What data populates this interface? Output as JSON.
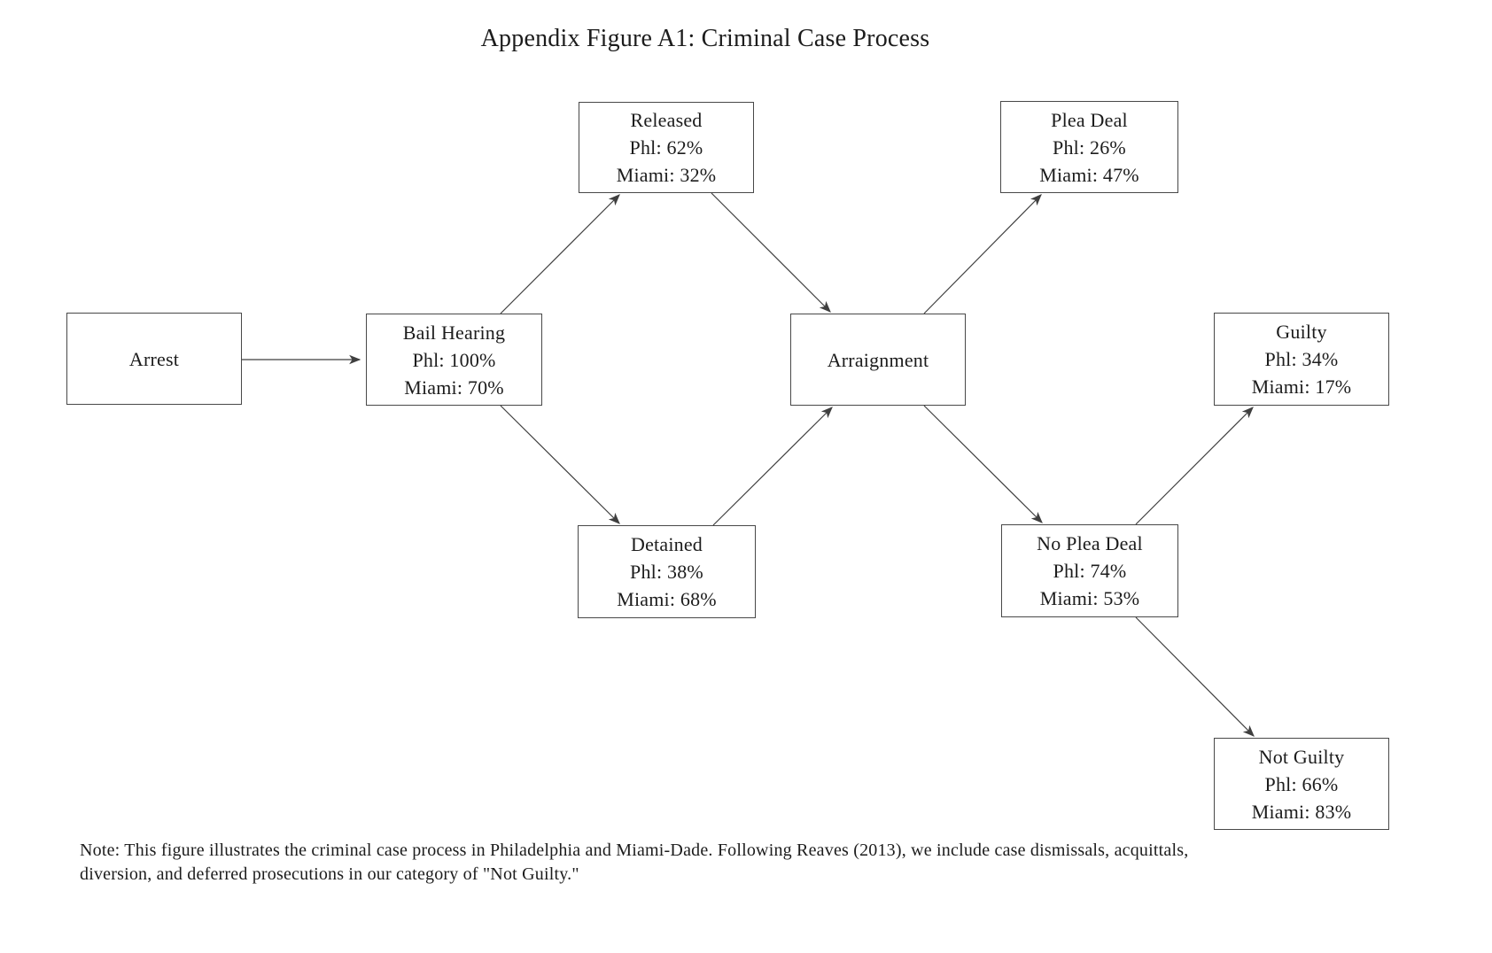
{
  "title": "Appendix Figure A1: Criminal Case Process",
  "nodes": [
    {
      "id": "arrest",
      "lines": [
        "Arrest"
      ]
    },
    {
      "id": "bail-hearing",
      "lines": [
        "Bail Hearing",
        "Phl: 100%",
        "Miami: 70%"
      ]
    },
    {
      "id": "released",
      "lines": [
        "Released",
        "Phl: 62%",
        "Miami: 32%"
      ]
    },
    {
      "id": "detained",
      "lines": [
        "Detained",
        "Phl: 38%",
        "Miami: 68%"
      ]
    },
    {
      "id": "arraignment",
      "lines": [
        "Arraignment"
      ]
    },
    {
      "id": "plea-deal",
      "lines": [
        "Plea Deal",
        "Phl: 26%",
        "Miami: 47%"
      ]
    },
    {
      "id": "no-plea-deal",
      "lines": [
        "No Plea Deal",
        "Phl: 74%",
        "Miami: 53%"
      ]
    },
    {
      "id": "guilty",
      "lines": [
        "Guilty",
        "Phl: 34%",
        "Miami: 17%"
      ]
    },
    {
      "id": "not-guilty",
      "lines": [
        "Not Guilty",
        "Phl: 66%",
        "Miami: 83%"
      ]
    }
  ],
  "edges": [
    {
      "from": "arrest",
      "to": "bail-hearing"
    },
    {
      "from": "bail-hearing",
      "to": "released"
    },
    {
      "from": "bail-hearing",
      "to": "detained"
    },
    {
      "from": "released",
      "to": "arraignment"
    },
    {
      "from": "detained",
      "to": "arraignment"
    },
    {
      "from": "arraignment",
      "to": "plea-deal"
    },
    {
      "from": "arraignment",
      "to": "no-plea-deal"
    },
    {
      "from": "no-plea-deal",
      "to": "guilty"
    },
    {
      "from": "no-plea-deal",
      "to": "not-guilty"
    }
  ],
  "note": {
    "line1": "Note: This figure illustrates the criminal case process in Philadelphia and Miami-Dade. Following Reaves (2013), we include case dismissals, acquittals,",
    "line2": "diversion, and deferred prosecutions in our category of \"Not Guilty.\""
  },
  "colors": {
    "background": "#ffffff",
    "line": "#3f3f3f",
    "text": "#1c1c1c"
  }
}
